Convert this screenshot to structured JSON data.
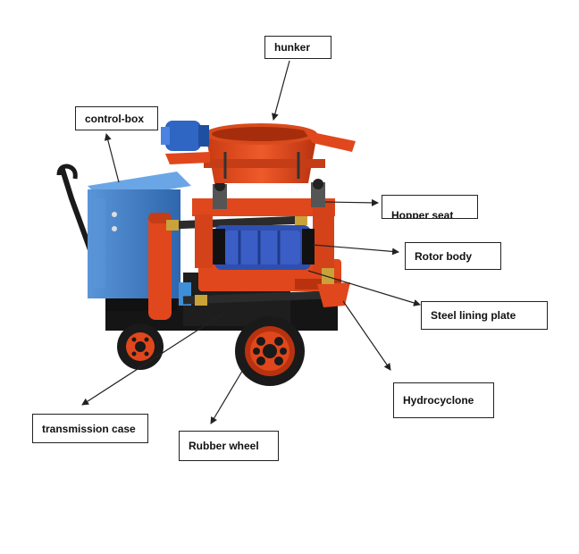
{
  "labels": {
    "hunker": "hunker",
    "control_box": "control-box",
    "hopper_seat": "Hopper seat",
    "rotor_body": "Rotor body",
    "steel_lining_plate": "Steel lining plate",
    "hydrocyclone": "Hydrocyclone",
    "transmission_case": "transmission case",
    "rubber_wheel": "Rubber wheel"
  },
  "colors": {
    "machine_orange": "#e0471c",
    "machine_dark_orange": "#b8320f",
    "control_box_blue": "#3f7cc4",
    "rotor_blue": "#2f4fb0",
    "wheel_black": "#1a1a1a",
    "frame_black": "#151515"
  }
}
